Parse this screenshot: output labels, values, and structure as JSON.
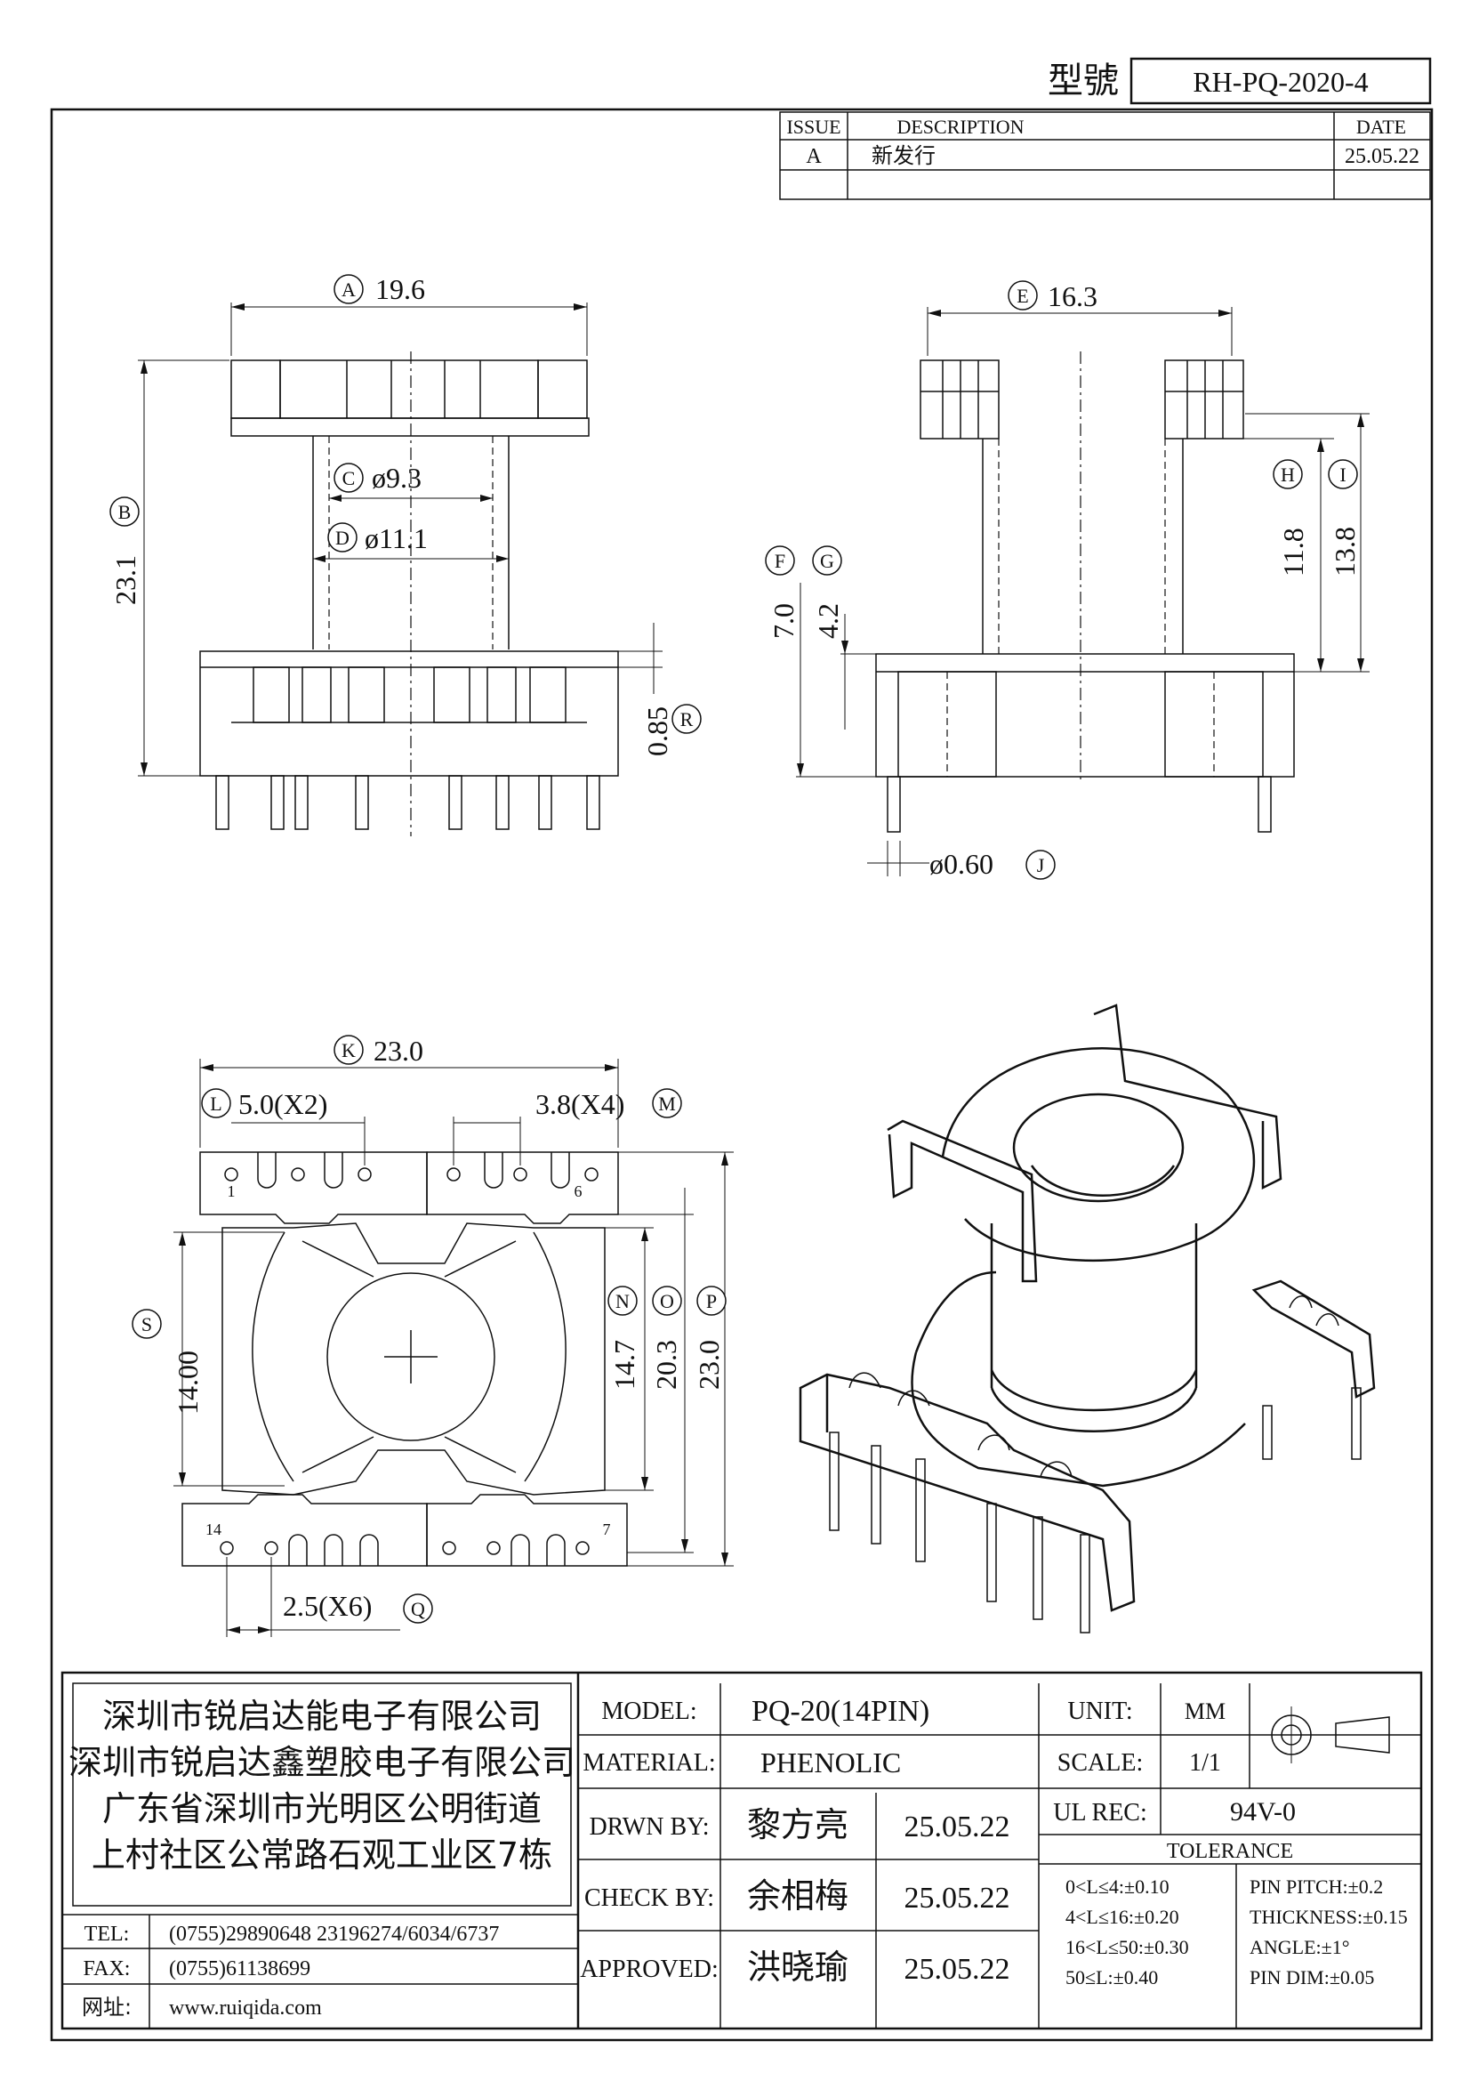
{
  "header": {
    "model_label": "型號",
    "model_value": "RH-PQ-2020-4"
  },
  "revision": {
    "col_issue": "ISSUE",
    "col_description": "DESCRIPTION",
    "col_date": "DATE",
    "rows": [
      {
        "issue": "A",
        "description": "新发行",
        "date": "25.05.22"
      }
    ]
  },
  "dims": {
    "A": {
      "letter": "A",
      "value": "19.6"
    },
    "B": {
      "letter": "B",
      "value": "23.1"
    },
    "C": {
      "letter": "C",
      "value": "ø9.3"
    },
    "D": {
      "letter": "D",
      "value": "ø11.1"
    },
    "R": {
      "letter": "R",
      "value": "0.85"
    },
    "E": {
      "letter": "E",
      "value": "16.3"
    },
    "F": {
      "letter": "F",
      "value": "7.0"
    },
    "G": {
      "letter": "G",
      "value": "4.2"
    },
    "H": {
      "letter": "H",
      "value": "11.8"
    },
    "I": {
      "letter": "I",
      "value": "13.8"
    },
    "J": {
      "letter": "J",
      "value": "ø0.60"
    },
    "K": {
      "letter": "K",
      "value": "23.0"
    },
    "L": {
      "letter": "L",
      "value": "5.0(X2)"
    },
    "M": {
      "letter": "M",
      "value": "3.8(X4)"
    },
    "N": {
      "letter": "N",
      "value": "14.7"
    },
    "O": {
      "letter": "O",
      "value": "20.3"
    },
    "P": {
      "letter": "P",
      "value": "23.0"
    },
    "S": {
      "letter": "S",
      "value": "14.00"
    },
    "Q": {
      "letter": "Q",
      "value": "2.5(X6)"
    }
  },
  "pins": {
    "p1": "1",
    "p6": "6",
    "p7": "7",
    "p14": "14"
  },
  "company": {
    "line1": "深圳市锐启达能电子有限公司",
    "line2": "深圳市锐启达鑫塑胶电子有限公司",
    "line3": "广东省深圳市光明区公明街道",
    "line4": "上村社区公常路石观工业区7栋"
  },
  "contact": {
    "tel_label": "TEL:",
    "tel_value": "(0755)29890648  23196274/6034/6737",
    "fax_label": "FAX:",
    "fax_value": "(0755)61138699",
    "web_label": "网址:",
    "web_value": "www.ruiqida.com"
  },
  "titleblock": {
    "model_label": "MODEL:",
    "model_value": "PQ-20(14PIN)",
    "material_label": "MATERIAL:",
    "material_value": "PHENOLIC",
    "drawn_label": "DRWN BY:",
    "drawn_name": "黎方亮",
    "drawn_date": "25.05.22",
    "check_label": "CHECK BY:",
    "check_name": "余相梅",
    "check_date": "25.05.22",
    "approved_label": "APPROVED:",
    "approved_name": "洪晓瑜",
    "approved_date": "25.05.22",
    "unit_label": "UNIT:",
    "unit_value": "MM",
    "scale_label": "SCALE:",
    "scale_value": "1/1",
    "ul_label": "UL REC:",
    "ul_value": "94V-0",
    "tolerance_title": "TOLERANCE",
    "tol_left": [
      "0<L≤4:±0.10",
      "4<L≤16:±0.20",
      "16<L≤50:±0.30",
      "50≤L:±0.40"
    ],
    "tol_right": [
      "PIN PITCH:±0.2",
      "THICKNESS:±0.15",
      "ANGLE:±1°",
      "PIN DIM:±0.05"
    ]
  }
}
